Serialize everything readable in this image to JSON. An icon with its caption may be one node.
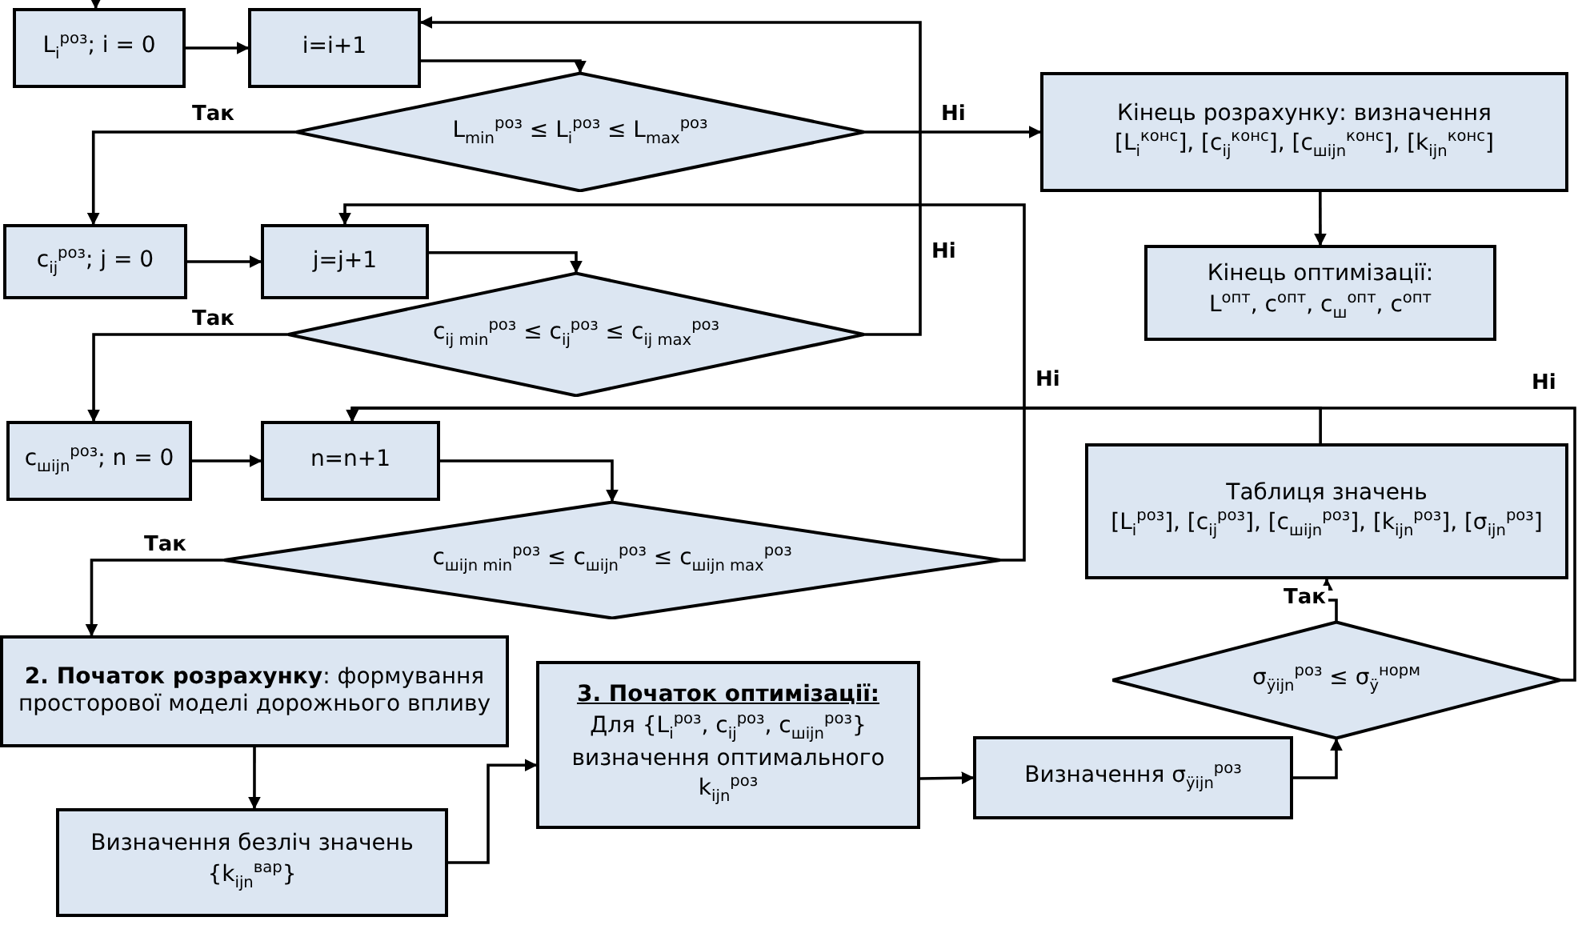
{
  "diagram": {
    "nodes": [
      {
        "text": [
          "L$_{i}$$^{роз}$; i = 0"
        ]
      },
      {
        "text": [
          "i=i+1"
        ]
      },
      {
        "text": [
          "L$_{min}$$^{роз}$ ≤ L$_{i}$$^{роз}$ ≤ L$_{max}$$^{роз}$"
        ]
      },
      {
        "text": [
          "Кінець розрахунку: визначення",
          "[L$_{i}$$^{конс}$], [c$_{ij}$$^{конс}$], [c$_{шijn}$$^{конс}$], [k$_{ijn}$$^{конс}$]"
        ]
      },
      {
        "text": [
          "Кінець оптимізації:",
          "L$^{опт}$, c$^{опт}$, c$_{ш}$$^{опт}$, c$^{опт}$"
        ]
      },
      {
        "text": [
          "c$_{ij}$$^{роз}$; j = 0"
        ]
      },
      {
        "text": [
          "j=j+1"
        ]
      },
      {
        "text": [
          "c$_{ij min}$$^{роз}$ ≤ c$_{ij}$$^{роз}$ ≤ c$_{ij max}$$^{роз}$"
        ]
      },
      {
        "text": [
          "c$_{шijn}$$^{роз}$; n = 0"
        ]
      },
      {
        "text": [
          "n=n+1"
        ]
      },
      {
        "text": [
          "c$_{шijn min}$$^{роз}$ ≤ c$_{шijn}$$^{роз}$ ≤ c$_{шijn max}$$^{роз}$"
        ]
      },
      {
        "text": [
          "Таблиця значень",
          "[L$_{i}$$^{роз}$], [c$_{ij}$$^{роз}$], [c$_{шijn}$$^{роз}$], [k$_{ijn}$$^{роз}$], [σ$_{ijn}$$^{роз}$]"
        ]
      },
      {
        "text": [
          "σ$_{ÿijn}$$^{роз}$ ≤ σ$_{ÿ}$$^{норм}$"
        ]
      },
      {
        "text": [
          "**2. Початок розрахунку**: формування просторової моделі дорожнього впливу"
        ]
      },
      {
        "text": [
          "3. Початок оптимізації:",
          "Для {L$_{i}$$^{роз}$, c$_{ij}$$^{роз}$, c$_{шijn}$$^{роз}$} визначення оптимального k$_{ijn}$$^{роз}$"
        ]
      },
      {
        "text": [
          "Визначення σ$_{ÿijn}$$^{роз}$"
        ]
      },
      {
        "text": [
          "Визначення безліч значень {k$_{ijn}$$^{вар}$}"
        ]
      }
    ],
    "edges": [
      {
        "from": null,
        "to": 0,
        "arrow": "to"
      },
      {
        "from": 0,
        "to": 1,
        "arrow": "to"
      },
      {
        "from": 1,
        "to": 2,
        "arrow": "to"
      },
      {
        "from": 2,
        "to": 5,
        "arrow": "to",
        "label": "Так"
      },
      {
        "from": 2,
        "to": 3,
        "arrow": "to",
        "label": "Ні"
      },
      {
        "from": 3,
        "to": 4,
        "arrow": "to"
      },
      {
        "from": 5,
        "to": 6,
        "arrow": "to"
      },
      {
        "from": 6,
        "to": 7,
        "arrow": "to"
      },
      {
        "from": 7,
        "to": 8,
        "arrow": "to",
        "label": "Так"
      },
      {
        "from": 7,
        "to": 1,
        "arrow": "to",
        "label": "Ні"
      },
      {
        "from": 8,
        "to": 9,
        "arrow": "to"
      },
      {
        "from": 9,
        "to": 10,
        "arrow": "to"
      },
      {
        "from": 10,
        "to": 13,
        "arrow": "to",
        "label": "Так"
      },
      {
        "from": 10,
        "to": 6,
        "arrow": "to",
        "label": "Ні"
      },
      {
        "from": 13,
        "to": 16,
        "arrow": "to"
      },
      {
        "from": 16,
        "to": 14,
        "arrow": "to"
      },
      {
        "from": 14,
        "to": 15,
        "arrow": "to"
      },
      {
        "from": 15,
        "to": 12,
        "arrow": "to"
      },
      {
        "from": 12,
        "to": 11,
        "arrow": "to",
        "label": "Так"
      },
      {
        "from": 12,
        "to": 9,
        "arrow": "to",
        "label": "Ні"
      },
      {
        "from": 11,
        "to": 9,
        "arrow": "to"
      }
    ]
  }
}
